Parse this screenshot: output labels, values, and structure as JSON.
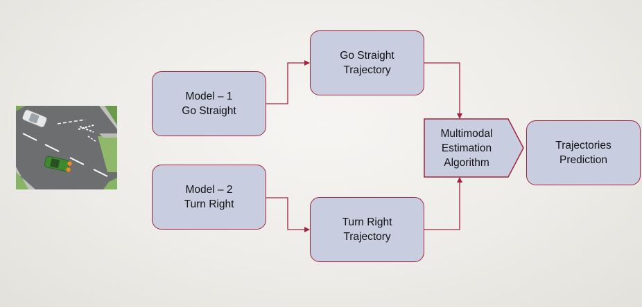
{
  "model1": {
    "line1": "Model – 1",
    "line2": "Go Straight"
  },
  "model2": {
    "line1": "Model – 2",
    "line2": "Turn Right"
  },
  "go_straight": {
    "line1": "Go Straight",
    "line2": "Trajectory"
  },
  "turn_right": {
    "line1": "Turn Right",
    "line2": "Trajectory"
  },
  "estimation": {
    "line1": "Multimodal",
    "line2": "Estimation",
    "line3": "Algorithm"
  },
  "prediction": {
    "line1": "Trajectories",
    "line2": "Prediction"
  },
  "colors": {
    "box_fill": "#c8cee0",
    "box_border": "#a0243c",
    "connector": "#a0243c",
    "background": "#eeece8"
  }
}
